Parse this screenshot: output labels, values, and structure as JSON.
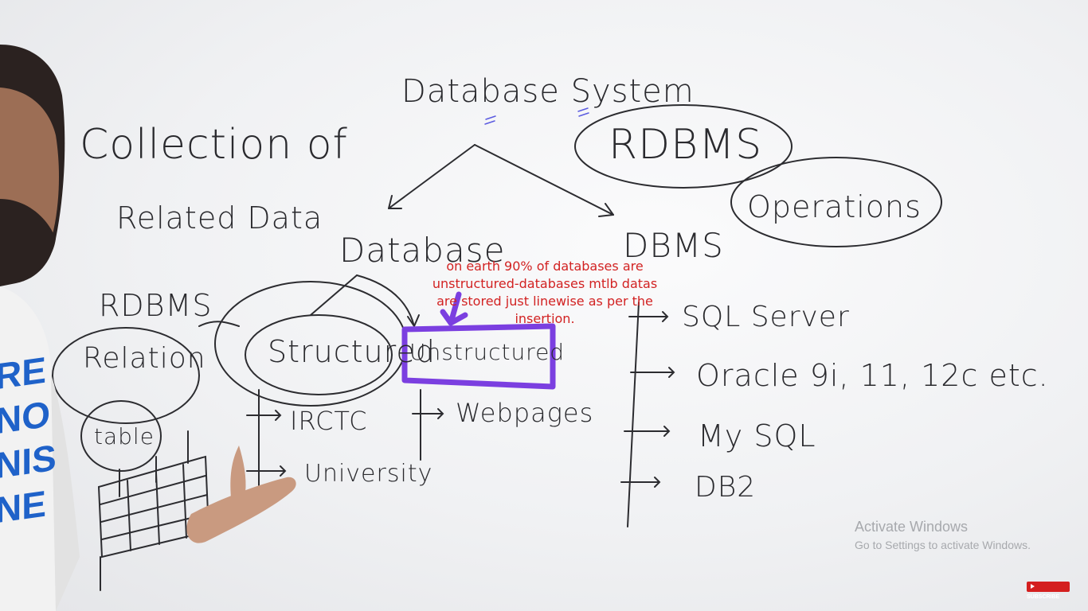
{
  "whiteboard": {
    "title": "Database System",
    "left_note_line1": "Collection of",
    "left_note_line2": "Related Data",
    "rdbms_circle": "RDBMS",
    "operations_circle": "Operations",
    "database": "Database",
    "dbms": "DBMS",
    "rdbms_left": "RDBMS",
    "relation": "Relation",
    "table": "table",
    "structured": "Structured",
    "unstructured": "Unstructured",
    "structured_examples": [
      "IRCTC",
      "University"
    ],
    "unstructured_examples": [
      "Webpages"
    ],
    "dbms_examples": [
      "SQL Server",
      "Oracle 9i, 11, 12c etc.",
      "My SQL",
      "DB2"
    ]
  },
  "annotation": {
    "text": "on earth 90% of databases are unstructured-databases mtlb datas are stored just linewise as per the insertion.",
    "color": "#d22222"
  },
  "highlight_color": "#7b3fe0",
  "presenter_shirt_text": [
    "RE",
    "NO",
    "NIS",
    "NE"
  ],
  "watermark": {
    "title": "Activate Windows",
    "subtitle": "Go to Settings to activate Windows."
  },
  "subscribe_button": {
    "label": "SUBSCRIBE",
    "color": "#d41f1f"
  }
}
